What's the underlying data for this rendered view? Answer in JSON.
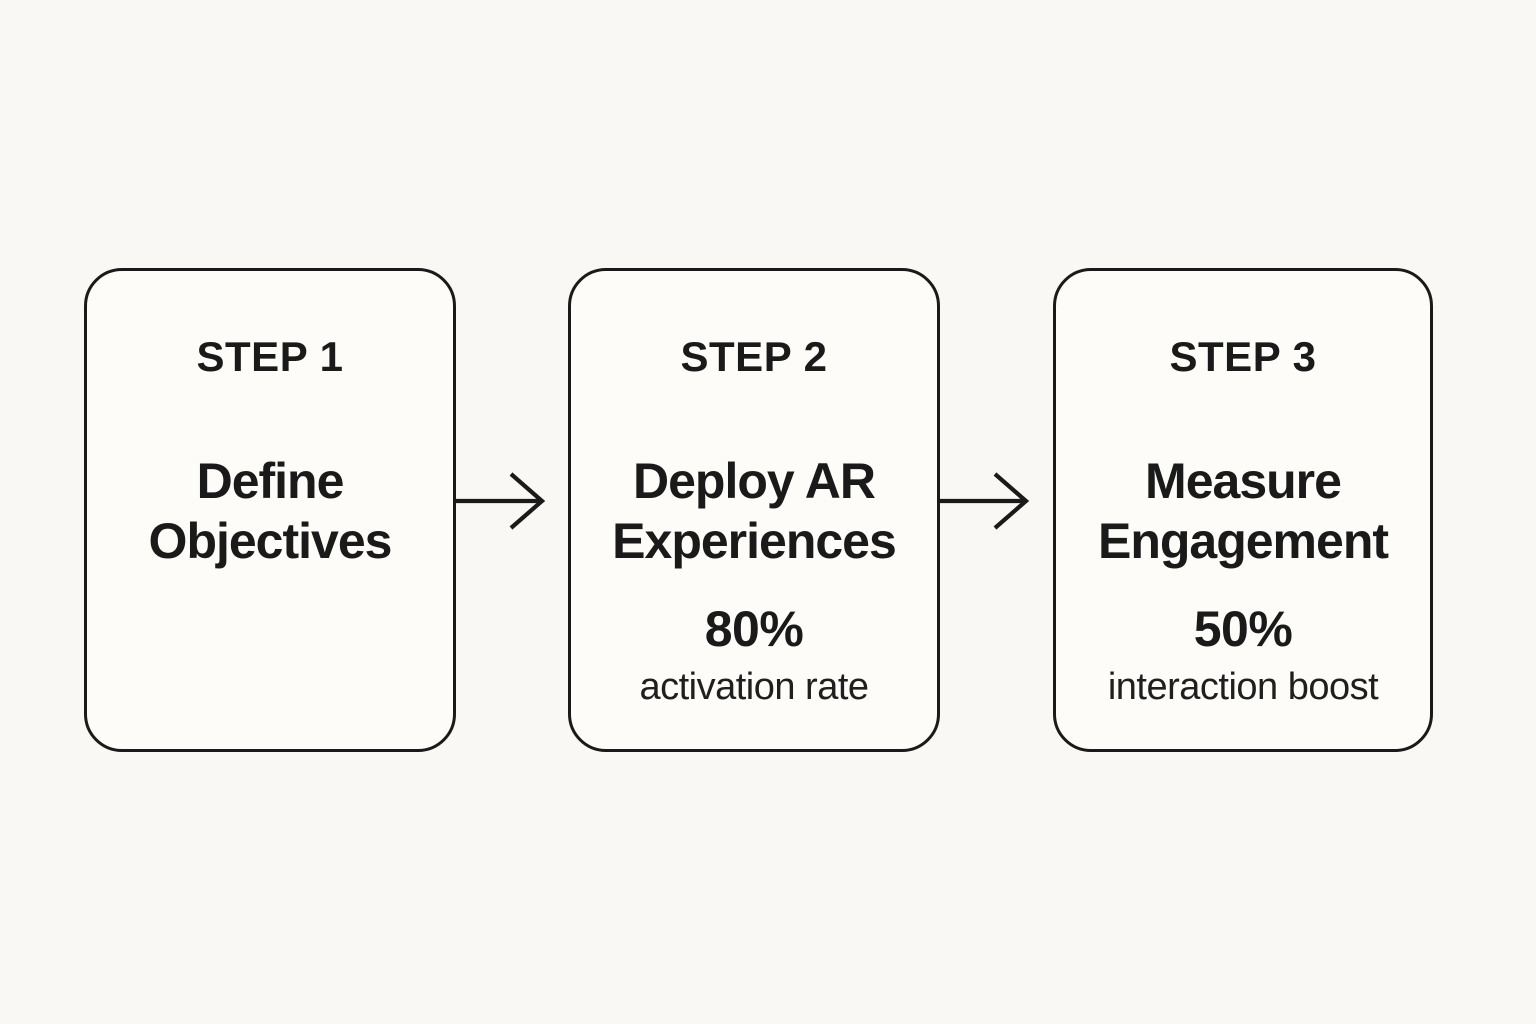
{
  "diagram": {
    "type": "flowchart",
    "direction": "left-to-right",
    "background_color": "#faf8f4",
    "box_fill_color": "#fdfcf9",
    "ink_color": "#1a1a1a",
    "steps": [
      {
        "label": "STEP 1",
        "title": "Define\nObjectives"
      },
      {
        "label": "STEP 2",
        "title": "Deploy AR\nExperiences",
        "stat_value": "80%",
        "stat_label": "activation rate"
      },
      {
        "label": "STEP 3",
        "title": "Measure\nEngagement",
        "stat_value": "50%",
        "stat_label": "interaction boost"
      }
    ],
    "connections": [
      {
        "from": "STEP 1",
        "to": "STEP 2",
        "icon": "arrow-right"
      },
      {
        "from": "STEP 2",
        "to": "STEP 3",
        "icon": "arrow-right"
      }
    ]
  }
}
